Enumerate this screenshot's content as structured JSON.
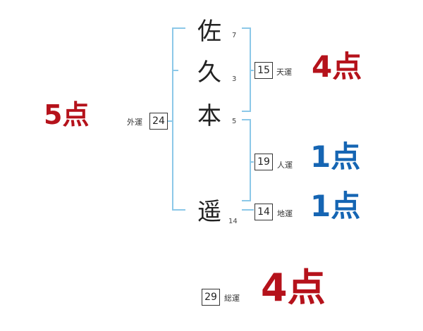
{
  "name_chars": [
    {
      "char": "佐",
      "strokes": "7"
    },
    {
      "char": "久",
      "strokes": "3"
    },
    {
      "char": "本",
      "strokes": "5"
    },
    {
      "char": "遥",
      "strokes": "14"
    }
  ],
  "fortunes": {
    "gaiun": {
      "label": "外運",
      "value": "24",
      "score": "5点"
    },
    "tenun": {
      "label": "天運",
      "value": "15",
      "score": "4点"
    },
    "jinun": {
      "label": "人運",
      "value": "19",
      "score": "1点"
    },
    "chiun": {
      "label": "地運",
      "value": "14",
      "score": "1点"
    },
    "souun": {
      "label": "総運",
      "value": "29",
      "score": "4点"
    }
  },
  "colors": {
    "good": "#b5121b",
    "bad": "#1565b3",
    "bracket": "#8cc8e8"
  }
}
